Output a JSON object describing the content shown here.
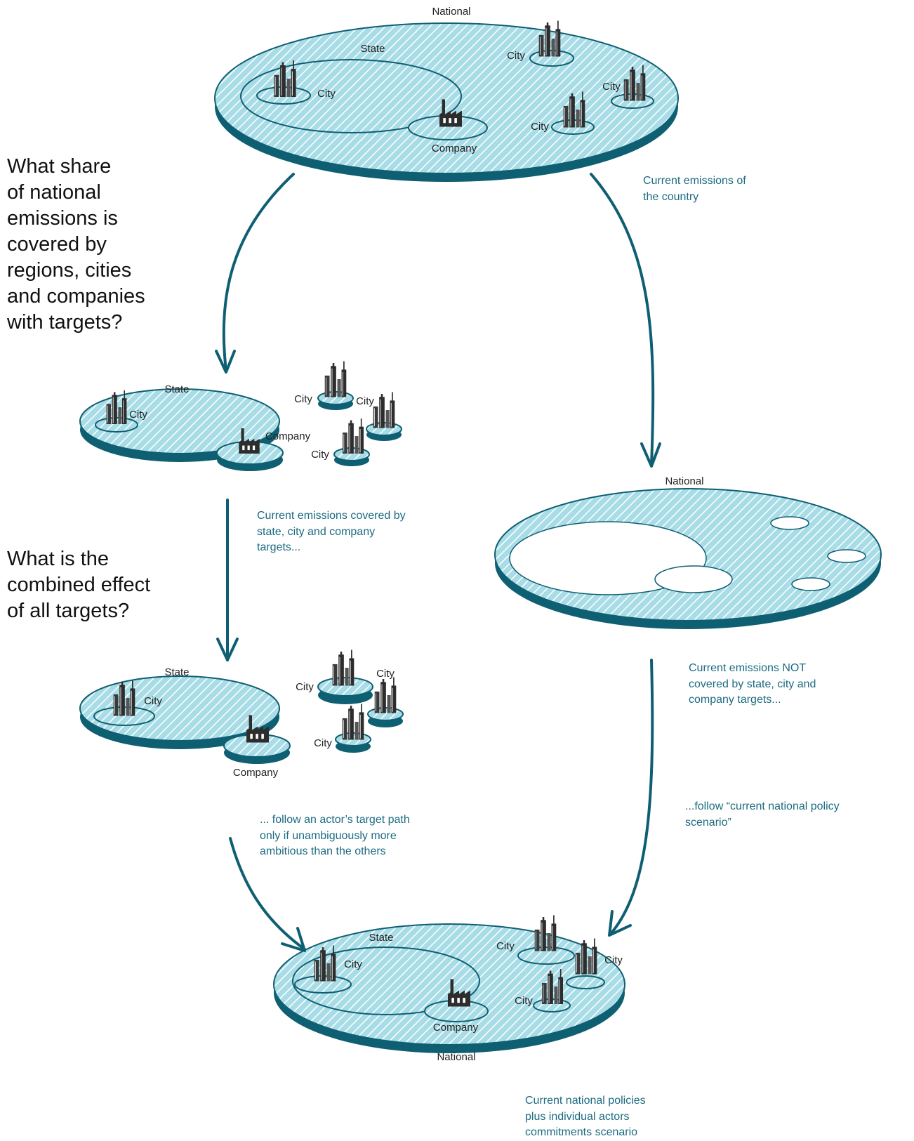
{
  "questions": {
    "share": [
      "What share",
      "of national",
      "emissions is",
      "covered by",
      "regions, cities",
      "and companies",
      "with targets?"
    ],
    "combined": [
      "What is the",
      "combined effect",
      "of all targets?"
    ]
  },
  "labels": {
    "national": "National",
    "state": "State",
    "city": "City",
    "company": "Company"
  },
  "annotations": {
    "current_emissions_country": [
      "Current emissions of",
      "the country"
    ],
    "covered_by_targets": [
      "Current emissions covered by",
      "state, city and company",
      "targets..."
    ],
    "not_covered": [
      "Current emissions NOT",
      "covered by state, city and",
      "company targets..."
    ],
    "follow_target_path": [
      "... follow an actor’s target path",
      "only if unambiguously more",
      "ambitious than the others"
    ],
    "follow_national_policy": [
      "...follow “current national policy",
      "scenario”"
    ],
    "final_scenario": [
      "Current national policies",
      "plus individual actors",
      "commitments scenario"
    ]
  },
  "colors": {
    "teal_dark": "#0f5f73",
    "teal_fill": "#a8dce6",
    "hatch": "#ffffff",
    "text_teal": "#1d6b82",
    "text_dark": "#111111",
    "icon_dark": "#3a3a3a"
  },
  "icons": [
    "city-skyline-icon",
    "factory-icon",
    "flow-arrow-icon"
  ]
}
